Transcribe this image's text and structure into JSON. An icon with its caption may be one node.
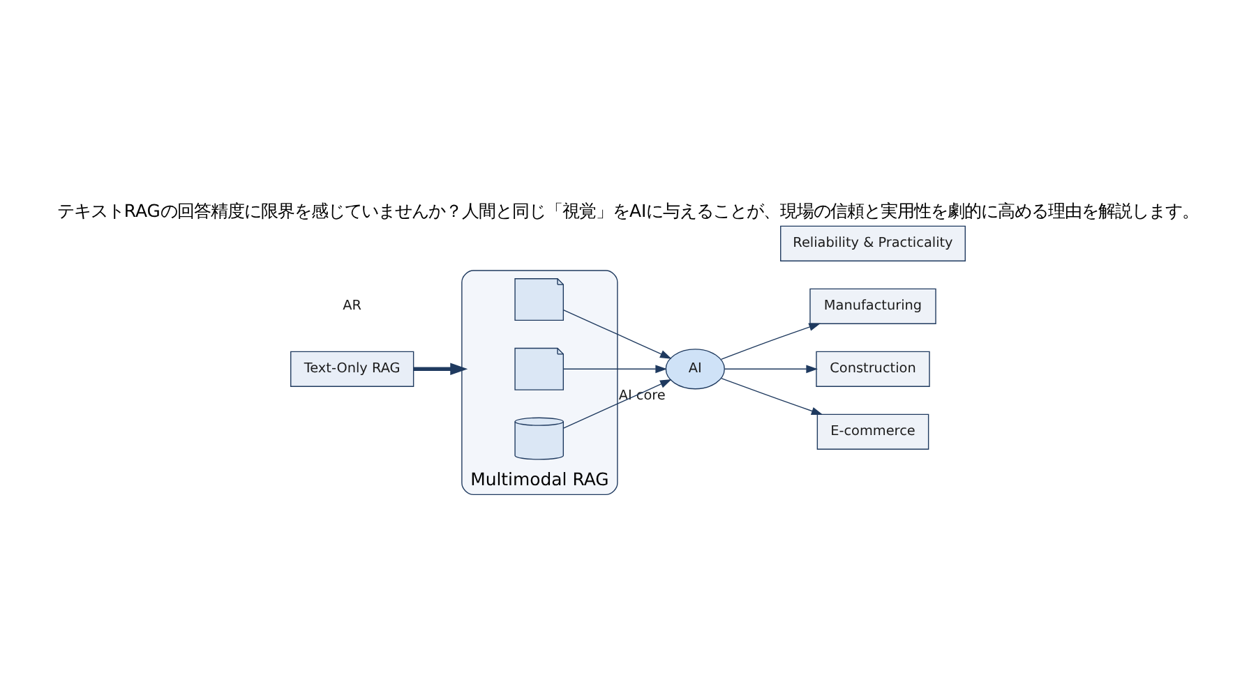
{
  "diagram": {
    "title": "テキストRAGの回答精度に限界を感じていませんか？人間と同じ「視覚」をAIに与えることが、現場の信頼と実用性を劇的に高める理由を解説します。",
    "nodes": [
      {
        "text": [
          "Text-Only RAG"
        ]
      },
      {
        "text": [
          "Multimodal RAG"
        ]
      },
      {
        "text": [],
        "shape": "picture",
        "in": 1
      },
      {
        "text": [],
        "shape": "picture",
        "in": 1
      },
      {
        "text": [],
        "shape": "cylinder",
        "in": 1
      },
      {
        "text": [
          "AI"
        ],
        "beside": [
          "AI core"
        ]
      },
      {
        "text": [
          "Manufacturing"
        ]
      },
      {
        "text": [
          "Construction"
        ]
      },
      {
        "text": [
          "Reliability & Practicality"
        ]
      },
      {
        "text": [
          "E-commerce"
        ]
      }
    ],
    "edges": [
      {
        "from": 0,
        "to": 1,
        "arrow": "to",
        "style": "thick"
      },
      {
        "from": 2,
        "to": 5,
        "arrow": "to"
      },
      {
        "from": 3,
        "to": 5,
        "arrow": "to"
      },
      {
        "from": 4,
        "to": 5,
        "arrow": "to"
      },
      {
        "from": 5,
        "to": 6,
        "arrow": "to"
      },
      {
        "from": 5,
        "to": 7,
        "arrow": "to"
      },
      {
        "from": 5,
        "to": 9,
        "arrow": "to"
      }
    ],
    "labels": [
      "AR"
    ]
  }
}
